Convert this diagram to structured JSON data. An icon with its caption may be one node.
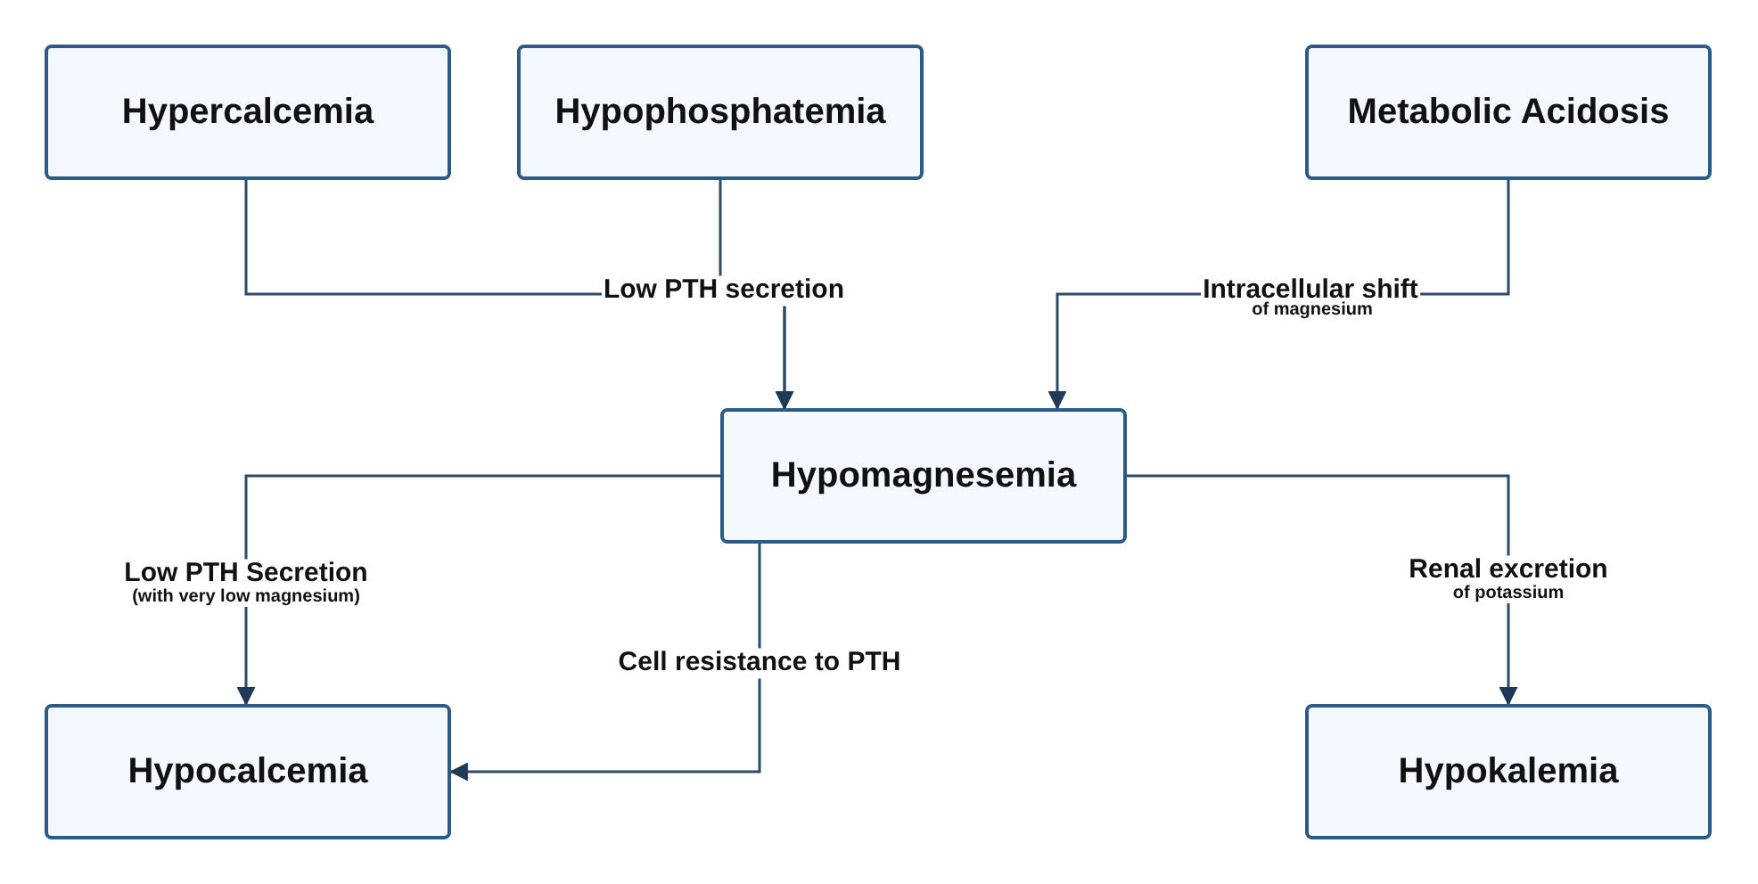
{
  "diagram": {
    "nodes": [
      {
        "text": [
          "Hypercalcemia"
        ]
      },
      {
        "text": [
          "Hypophosphatemia"
        ]
      },
      {
        "text": [
          "Metabolic Acidosis"
        ]
      },
      {
        "text": [
          "Hypomagnesemia"
        ]
      },
      {
        "text": [
          "Hypocalcemia"
        ]
      },
      {
        "text": [
          "Hypokalemia"
        ]
      }
    ],
    "edges": [
      {
        "from": 0,
        "to": 3,
        "arrow": "to",
        "label": "Low PTH secretion"
      },
      {
        "from": 1,
        "to": 3,
        "arrow": "to"
      },
      {
        "from": 2,
        "to": 3,
        "arrow": "to",
        "label": "Intracellular shift"
      },
      {
        "from": 3,
        "to": 4,
        "arrow": "to",
        "label": "Low PTH Secretion"
      },
      {
        "from": 3,
        "to": 4,
        "arrow": "to",
        "label": "Cell resistance to PTH"
      },
      {
        "from": 3,
        "to": 5,
        "arrow": "to",
        "label": "Renal excretion"
      }
    ],
    "labels": [
      "of magnesium",
      "(with very low magnesium)",
      "of potassium"
    ]
  }
}
